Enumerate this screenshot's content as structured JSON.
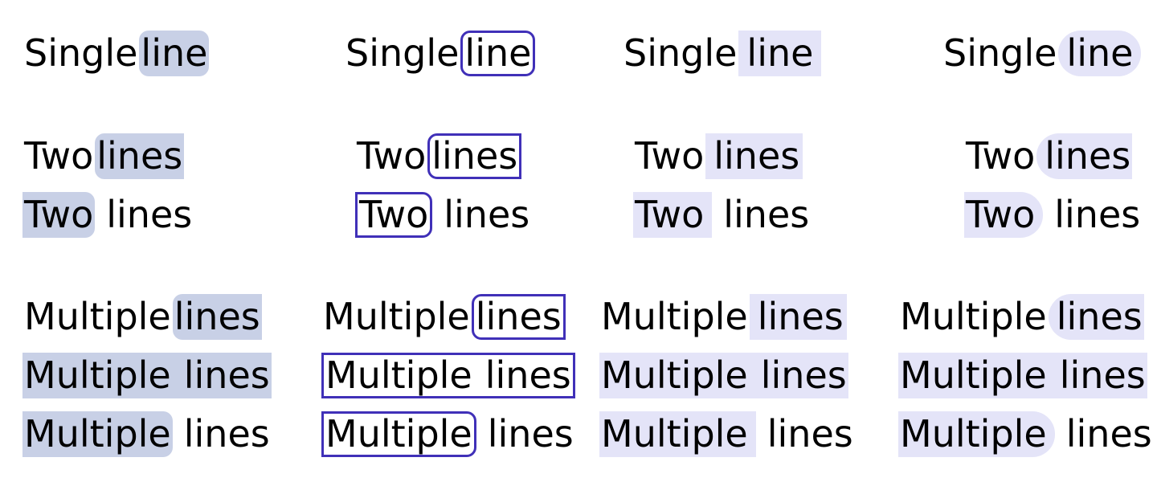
{
  "colors": {
    "variant_a_fill": "#c8d0e6",
    "variant_b_border": "#4030b8",
    "variant_c_fill": "#e4e4f8",
    "variant_d_fill": "#e4e4f8"
  },
  "words": {
    "single": "Single",
    "line": "line",
    "two": "Two",
    "lines": "lines",
    "multiple": "Multiple"
  }
}
